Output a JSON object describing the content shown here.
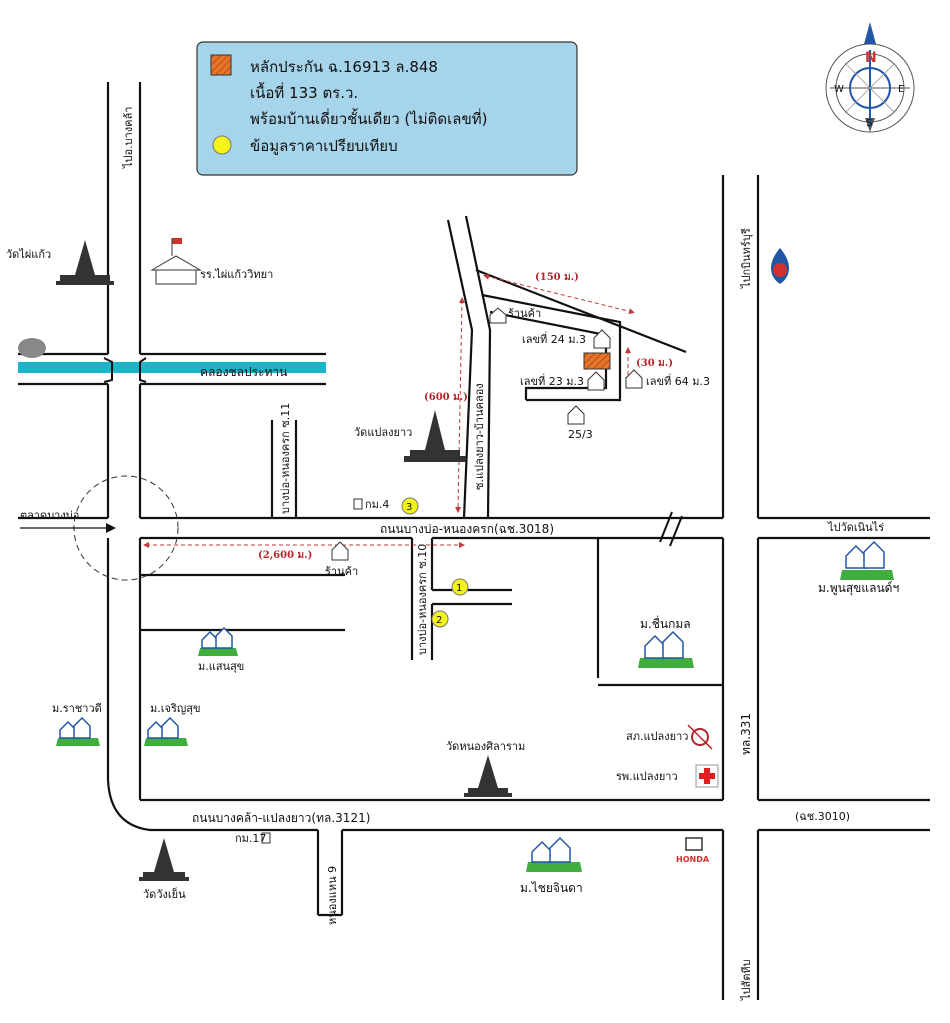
{
  "legend": {
    "line1": "หลักประกัน ฉ.16913 ล.848",
    "line2": "เนื้อที่ 133 ตร.ว.",
    "line3": "พร้อมบ้านเดี่ยวชั้นเดียว (ไม่ติดเลขที่)",
    "line4": "ข้อมูลราคาเปรียบเทียบ",
    "subject_color": "#e8742a",
    "comparable_color": "#f4f41a",
    "box_color": "#a6d4ea"
  },
  "compass": {
    "n": "N",
    "s": "S",
    "e": "E",
    "w": "W"
  },
  "roads": {
    "bang_kla_dir": "ไปอ.บางคล้า",
    "kabin_dir": "ไปกบินทร์บุรี",
    "wat_noen_rai_dir": "ไปวัดเนินไร่",
    "sattahip_dir": "ไปสัตหีบ",
    "talat_bang_bo": "ตลาดบางบ่อ",
    "main_road": "ถนนบางบ่อ-หนองครก(ฉช.3018)",
    "south_road": "ถนนบางคล้า-แปลงยาว(ทล.3121)",
    "hwy_331": "ทล.331",
    "chch_3010": "(ฉช.3010)",
    "canal": "คลองชลประทาน",
    "soi_11": "บางบ่อ-หนองครก ซ.11",
    "soi_10": "บางบ่อ-หนองครก ซ.10",
    "soi_plaeng": "ซ.แปลงยาว-บ้านคลอง",
    "nong_nae": "หนองแหน 9"
  },
  "distances": {
    "d150": "(150 ม.)",
    "d30": "(30 ม.)",
    "d600": "(600 ม.)",
    "d2600": "(2,600 ม.)"
  },
  "places": {
    "wat_phai_kaeo": "วัดไผ่แก้ว",
    "school": "รร.ไผ่แก้ววิทยา",
    "wat_plaeng_yao": "วัดแปลงยาว",
    "shop1": "ร้านค้า",
    "shop2": "ร้านค้า",
    "house24": "เลขที่ 24 ม.3",
    "house23": "เลขที่ 23 ม.3",
    "house64": "เลขที่ 64 ม.3",
    "house25": "25/3",
    "km4": "กม.4",
    "km17": "กม.17",
    "phoonsuk": "ม.พูนสุขแลนด์ฯ",
    "chuenkamon": "ม.ชื่นกมล",
    "saensuk": "ม.แสนสุข",
    "rachawadi": "ม.ราชาวดี",
    "charoensuk": "ม.เจริญสุข",
    "wat_nong_sila": "วัดหนองศิลาราม",
    "police": "สภ.แปลงยาว",
    "hospital": "รพ.แปลงยาว",
    "wat_wang_yen": "วัดวังเย็น",
    "chaijinda": "ม.ไชยจินดา",
    "honda": "HONDA"
  },
  "comparables": [
    "1",
    "2",
    "3"
  ]
}
